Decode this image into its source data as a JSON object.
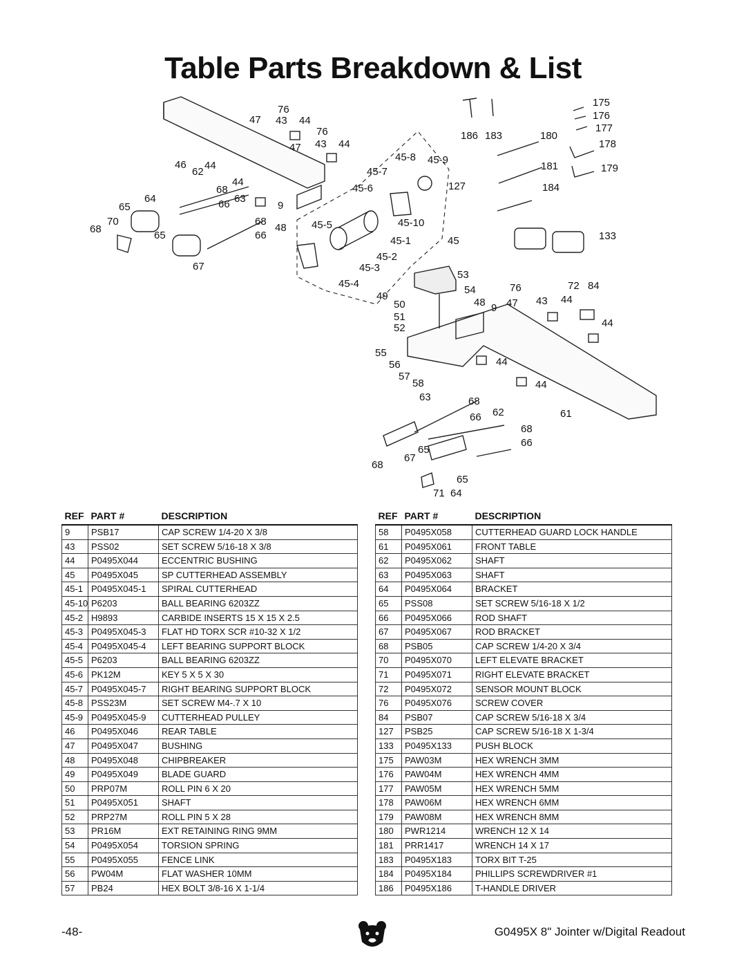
{
  "page": {
    "title": "Table Parts Breakdown & List",
    "page_number": "-48-",
    "manual_title": "G0495X 8\" Jointer w/Digital Readout"
  },
  "diagram": {
    "labels": [
      "76",
      "47",
      "43",
      "44",
      "76",
      "47",
      "43",
      "44",
      "46",
      "62",
      "44",
      "68",
      "44",
      "64",
      "66",
      "63",
      "9",
      "65",
      "70",
      "68",
      "68",
      "65",
      "66",
      "48",
      "67",
      "45-8",
      "45-9",
      "45-7",
      "45-6",
      "127",
      "45-5",
      "45-10",
      "45-1",
      "45",
      "45-2",
      "45-3",
      "45-4",
      "186",
      "183",
      "180",
      "175",
      "176",
      "177",
      "178",
      "181",
      "179",
      "184",
      "133",
      "53",
      "54",
      "76",
      "72",
      "84",
      "49",
      "48",
      "9",
      "47",
      "43",
      "44",
      "50",
      "51",
      "52",
      "44",
      "55",
      "56",
      "44",
      "57",
      "58",
      "44",
      "63",
      "68",
      "66",
      "62",
      "61",
      "68",
      "66",
      "67",
      "65",
      "68",
      "65",
      "71",
      "64"
    ]
  },
  "table_headers": {
    "ref": "REF",
    "part": "PART #",
    "description": "DESCRIPTION"
  },
  "parts_left": [
    {
      "ref": "9",
      "part": "PSB17",
      "desc": "CAP SCREW 1/4-20 X 3/8"
    },
    {
      "ref": "43",
      "part": "PSS02",
      "desc": "SET SCREW 5/16-18 X 3/8"
    },
    {
      "ref": "44",
      "part": "P0495X044",
      "desc": "ECCENTRIC BUSHING"
    },
    {
      "ref": "45",
      "part": "P0495X045",
      "desc": "SP CUTTERHEAD ASSEMBLY"
    },
    {
      "ref": "45-1",
      "part": "P0495X045-1",
      "desc": "SPIRAL CUTTERHEAD"
    },
    {
      "ref": "45-10",
      "part": "P6203",
      "desc": "BALL BEARING 6203ZZ"
    },
    {
      "ref": "45-2",
      "part": "H9893",
      "desc": "CARBIDE INSERTS 15 X 15 X 2.5"
    },
    {
      "ref": "45-3",
      "part": "P0495X045-3",
      "desc": "FLAT HD TORX SCR #10-32 X 1/2"
    },
    {
      "ref": "45-4",
      "part": "P0495X045-4",
      "desc": "LEFT BEARING SUPPORT BLOCK"
    },
    {
      "ref": "45-5",
      "part": "P6203",
      "desc": "BALL BEARING 6203ZZ"
    },
    {
      "ref": "45-6",
      "part": "PK12M",
      "desc": "KEY 5 X 5 X 30"
    },
    {
      "ref": "45-7",
      "part": "P0495X045-7",
      "desc": "RIGHT BEARING SUPPORT BLOCK"
    },
    {
      "ref": "45-8",
      "part": "PSS23M",
      "desc": "SET SCREW M4-.7 X 10"
    },
    {
      "ref": "45-9",
      "part": "P0495X045-9",
      "desc": "CUTTERHEAD PULLEY"
    },
    {
      "ref": "46",
      "part": "P0495X046",
      "desc": "REAR TABLE"
    },
    {
      "ref": "47",
      "part": "P0495X047",
      "desc": "BUSHING"
    },
    {
      "ref": "48",
      "part": "P0495X048",
      "desc": "CHIPBREAKER"
    },
    {
      "ref": "49",
      "part": "P0495X049",
      "desc": "BLADE GUARD"
    },
    {
      "ref": "50",
      "part": "PRP07M",
      "desc": "ROLL PIN 6 X 20"
    },
    {
      "ref": "51",
      "part": "P0495X051",
      "desc": "SHAFT"
    },
    {
      "ref": "52",
      "part": "PRP27M",
      "desc": "ROLL PIN 5 X 28"
    },
    {
      "ref": "53",
      "part": "PR16M",
      "desc": "EXT RETAINING RING 9MM"
    },
    {
      "ref": "54",
      "part": "P0495X054",
      "desc": "TORSION SPRING"
    },
    {
      "ref": "55",
      "part": "P0495X055",
      "desc": "FENCE LINK"
    },
    {
      "ref": "56",
      "part": "PW04M",
      "desc": "FLAT WASHER 10MM"
    },
    {
      "ref": "57",
      "part": "PB24",
      "desc": "HEX BOLT 3/8-16 X 1-1/4"
    }
  ],
  "parts_right": [
    {
      "ref": "58",
      "part": "P0495X058",
      "desc": "CUTTERHEAD GUARD LOCK HANDLE"
    },
    {
      "ref": "61",
      "part": "P0495X061",
      "desc": "FRONT TABLE"
    },
    {
      "ref": "62",
      "part": "P0495X062",
      "desc": "SHAFT"
    },
    {
      "ref": "63",
      "part": "P0495X063",
      "desc": "SHAFT"
    },
    {
      "ref": "64",
      "part": "P0495X064",
      "desc": "BRACKET"
    },
    {
      "ref": "65",
      "part": "PSS08",
      "desc": "SET SCREW 5/16-18 X 1/2"
    },
    {
      "ref": "66",
      "part": "P0495X066",
      "desc": "ROD SHAFT"
    },
    {
      "ref": "67",
      "part": "P0495X067",
      "desc": "ROD BRACKET"
    },
    {
      "ref": "68",
      "part": "PSB05",
      "desc": "CAP SCREW 1/4-20 X 3/4"
    },
    {
      "ref": "70",
      "part": "P0495X070",
      "desc": "LEFT ELEVATE BRACKET"
    },
    {
      "ref": "71",
      "part": "P0495X071",
      "desc": "RIGHT ELEVATE BRACKET"
    },
    {
      "ref": "72",
      "part": "P0495X072",
      "desc": "SENSOR MOUNT BLOCK"
    },
    {
      "ref": "76",
      "part": "P0495X076",
      "desc": "SCREW COVER"
    },
    {
      "ref": "84",
      "part": "PSB07",
      "desc": "CAP SCREW 5/16-18 X 3/4"
    },
    {
      "ref": "127",
      "part": "PSB25",
      "desc": "CAP SCREW 5/16-18 X 1-3/4"
    },
    {
      "ref": "133",
      "part": "P0495X133",
      "desc": "PUSH BLOCK"
    },
    {
      "ref": "175",
      "part": "PAW03M",
      "desc": "HEX WRENCH 3MM"
    },
    {
      "ref": "176",
      "part": "PAW04M",
      "desc": "HEX WRENCH 4MM"
    },
    {
      "ref": "177",
      "part": "PAW05M",
      "desc": "HEX WRENCH 5MM"
    },
    {
      "ref": "178",
      "part": "PAW06M",
      "desc": "HEX WRENCH 6MM"
    },
    {
      "ref": "179",
      "part": "PAW08M",
      "desc": "HEX WRENCH 8MM"
    },
    {
      "ref": "180",
      "part": "PWR1214",
      "desc": "WRENCH 12 X 14"
    },
    {
      "ref": "181",
      "part": "PRR1417",
      "desc": "WRENCH 14 X 17"
    },
    {
      "ref": "183",
      "part": "P0495X183",
      "desc": "TORX BIT T-25"
    },
    {
      "ref": "184",
      "part": "P0495X184",
      "desc": "PHILLIPS SCREWDRIVER #1"
    },
    {
      "ref": "186",
      "part": "P0495X186",
      "desc": "T-HANDLE DRIVER"
    }
  ]
}
